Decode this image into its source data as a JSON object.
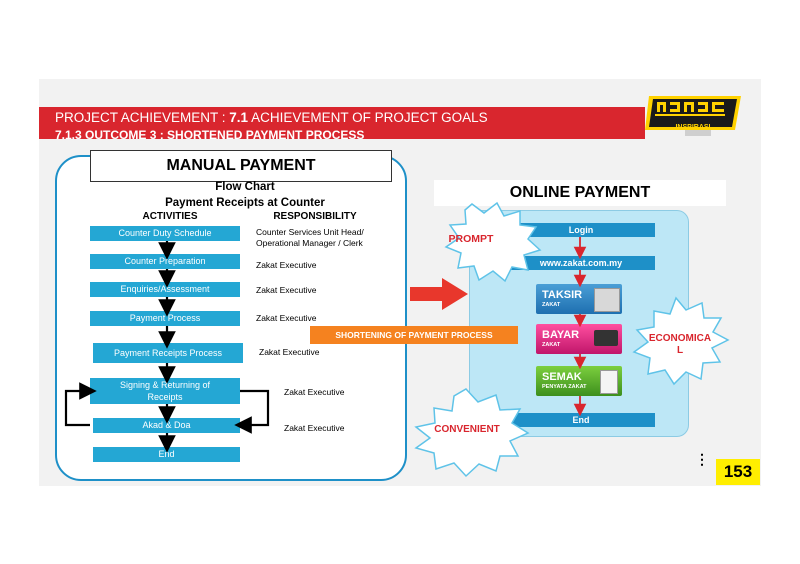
{
  "header": {
    "line1_prefix": "PROJECT ACHIEVEMENT : ",
    "line1_bold": "7.1",
    "line1_suffix": " ACHIEVEMENT OF PROJECT GOALS",
    "line2": "7.1.3 OUTCOME 3 : SHORTENED PAYMENT PROCESS"
  },
  "logo": {
    "sub": "INSPIRASI",
    "icon": "brand-logo"
  },
  "manual": {
    "title": "MANUAL PAYMENT",
    "subtitle": "Flow Chart",
    "subtitle2": "Payment Receipts at Counter",
    "col_activities": "ACTIVITIES",
    "col_responsibility": "RESPONSIBILITY",
    "steps": [
      {
        "label": "Counter Duty Schedule",
        "resp": "Counter Services Unit Head/",
        "resp2": "Operational Manager / Clerk"
      },
      {
        "label": "Counter Preparation",
        "resp": "Zakat Executive"
      },
      {
        "label": "Enquiries/Assessment",
        "resp": "Zakat Executive"
      },
      {
        "label": "Payment Process",
        "resp": "Zakat Executive"
      },
      {
        "label": "Payment Receipts Process",
        "resp": "Zakat Executive"
      },
      {
        "label": "Signing & Returning of",
        "label2": "Receipts",
        "resp": "Zakat Executive"
      },
      {
        "label": "Akad & Doa",
        "resp": "Zakat Executive"
      },
      {
        "label": "End"
      }
    ]
  },
  "online": {
    "title": "ONLINE PAYMENT",
    "login": "Login",
    "url": "www.zakat.com.my",
    "taksir": "TAKSIR",
    "taksir_sub": "ZAKAT",
    "bayar": "BAYAR",
    "bayar_sub": "ZAKAT",
    "semak": "SEMAK",
    "semak_sub": "PENYATA ZAKAT",
    "end": "End"
  },
  "callouts": {
    "prompt": "PROMPT",
    "economical_1": "ECONOMICA",
    "economical_2": "L",
    "convenient": "CONVENIENT",
    "shortening": "SHORTENING OF PAYMENT PROCESS"
  },
  "page_number": "153",
  "colors": {
    "red": "#d9262e",
    "blue": "#24a7d4",
    "orange": "#f5821f",
    "yellow": "#ffee00"
  }
}
